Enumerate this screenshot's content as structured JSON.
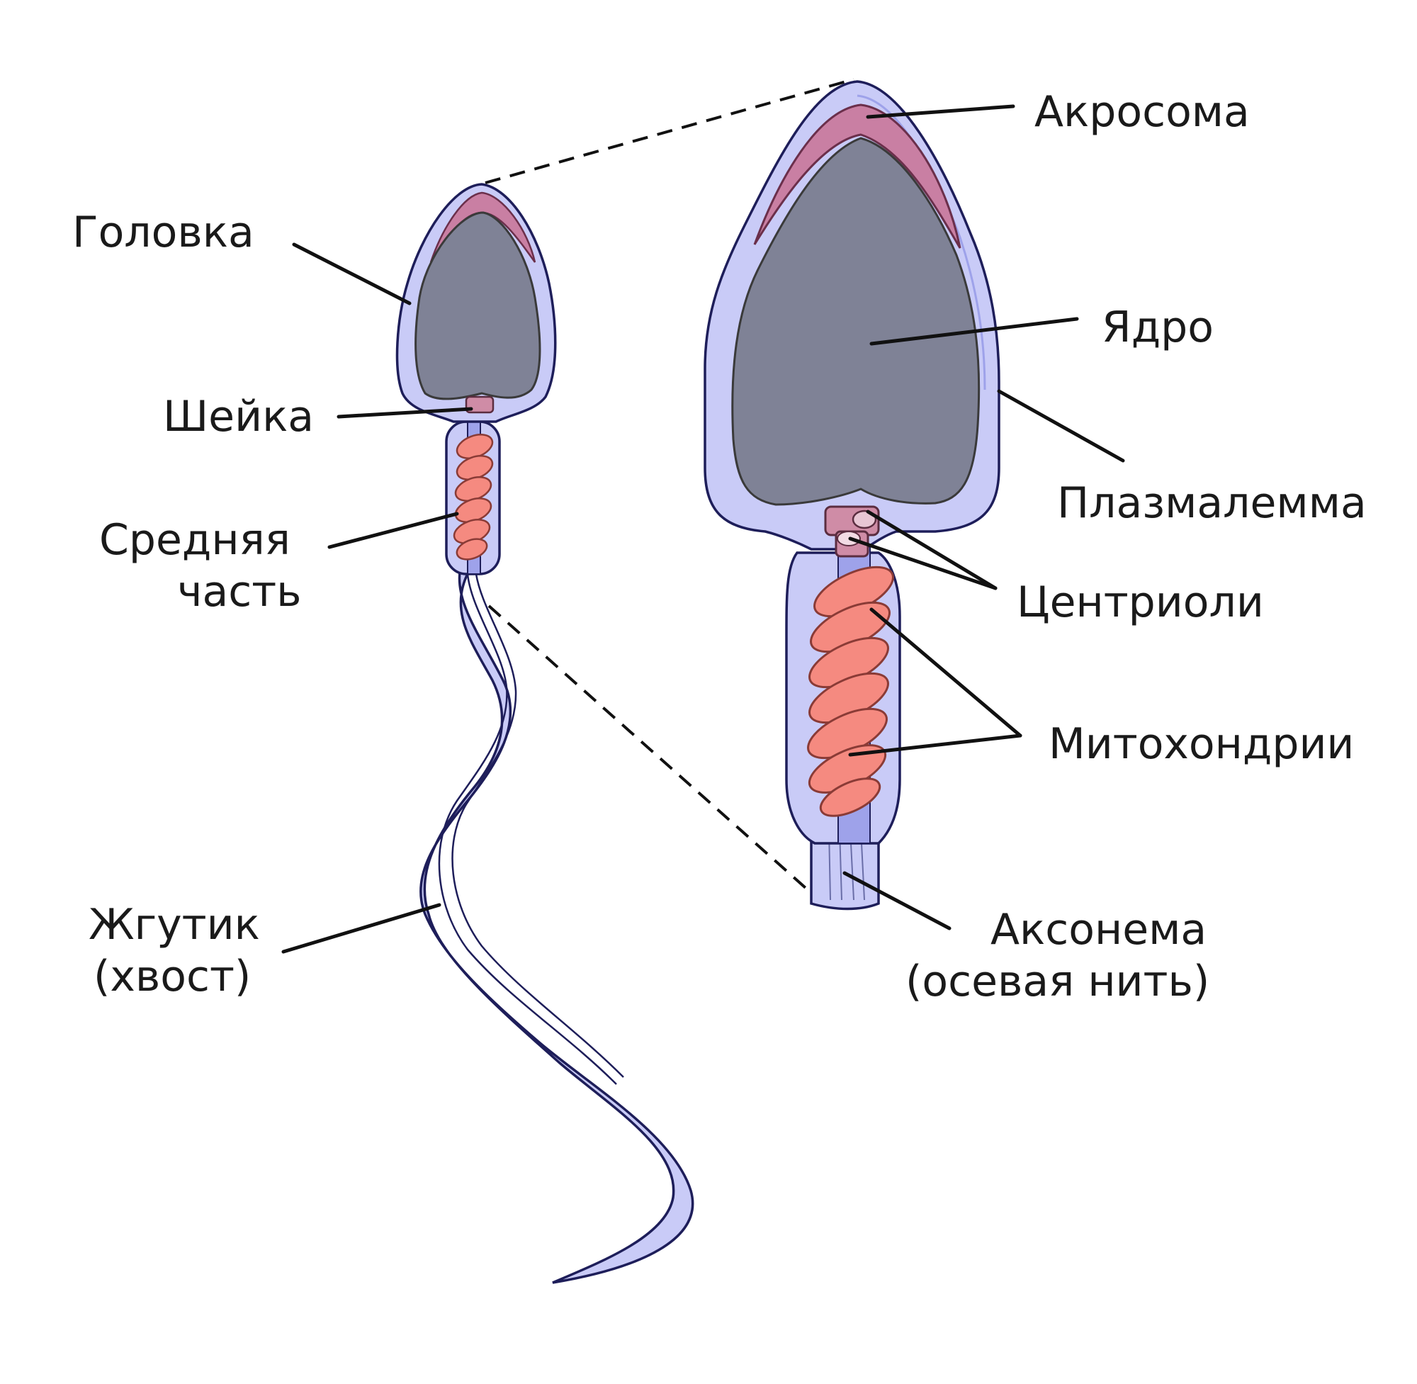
{
  "labels": {
    "head": "Головка",
    "neck": "Шейка",
    "midpiece_line1": "Средняя",
    "midpiece_line2": "часть",
    "flagellum_line1": "Жгутик",
    "flagellum_line2": "(хвост)",
    "acrosome": "Акросома",
    "nucleus": "Ядро",
    "plasmalemma": "Плазмалемма",
    "centrioles": "Центриоли",
    "mitochondria": "Митохондрии",
    "axoneme_line1": "Аксонема",
    "axoneme_line2": "(осевая нить)"
  },
  "colors": {
    "membrane": "#c9cbf7",
    "membrane_inner": "#b8bbf0",
    "outline": "#1e1e5a",
    "nucleus": "#7f8296",
    "acrosome": "#c97fa3",
    "mitochondria": "#f58a80",
    "centriole": "#cf8ca6"
  }
}
